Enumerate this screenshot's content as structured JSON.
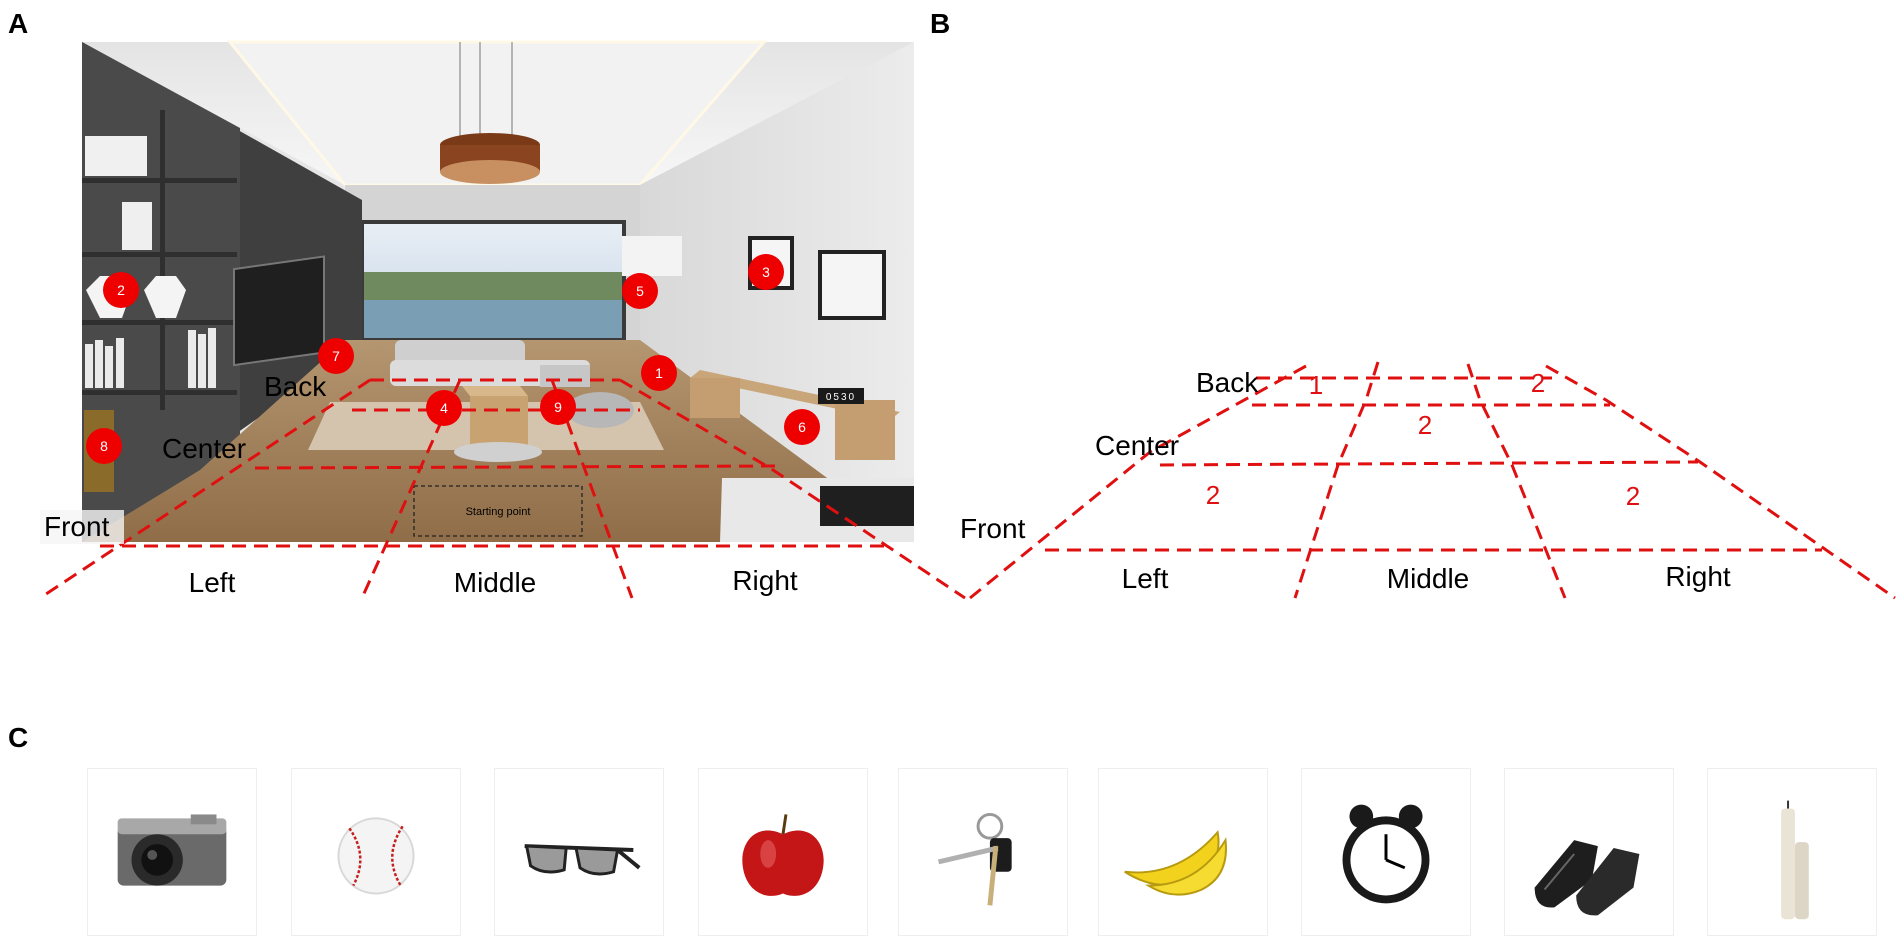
{
  "panels": {
    "a": "A",
    "b": "B",
    "c": "C"
  },
  "panel_a": {
    "markers": [
      "1",
      "2",
      "3",
      "4",
      "5",
      "6",
      "7",
      "8",
      "9"
    ],
    "row_labels": {
      "back": "Back",
      "center": "Center",
      "front": "Front"
    },
    "col_labels": {
      "left": "Left",
      "middle": "Middle",
      "right": "Right"
    },
    "starting_point": "Starting point",
    "clock_digits": "0530"
  },
  "panel_b": {
    "row_labels": {
      "back": "Back",
      "center": "Center",
      "front": "Front"
    },
    "col_labels": {
      "left": "Left",
      "middle": "Middle",
      "right": "Right"
    },
    "cell_numbers": [
      "1",
      "2",
      "2",
      "2",
      "2"
    ]
  },
  "panel_c": {
    "objects": [
      "camera-icon",
      "baseball-icon",
      "sunglasses-icon",
      "apple-icon",
      "keys-icon",
      "banana-icon",
      "alarm-clock-icon",
      "dress-shoes-icon",
      "candles-icon"
    ]
  },
  "colors": {
    "grid_line": "#e01010",
    "marker_fill": "#ee0000",
    "marker_text": "#ffffff"
  }
}
